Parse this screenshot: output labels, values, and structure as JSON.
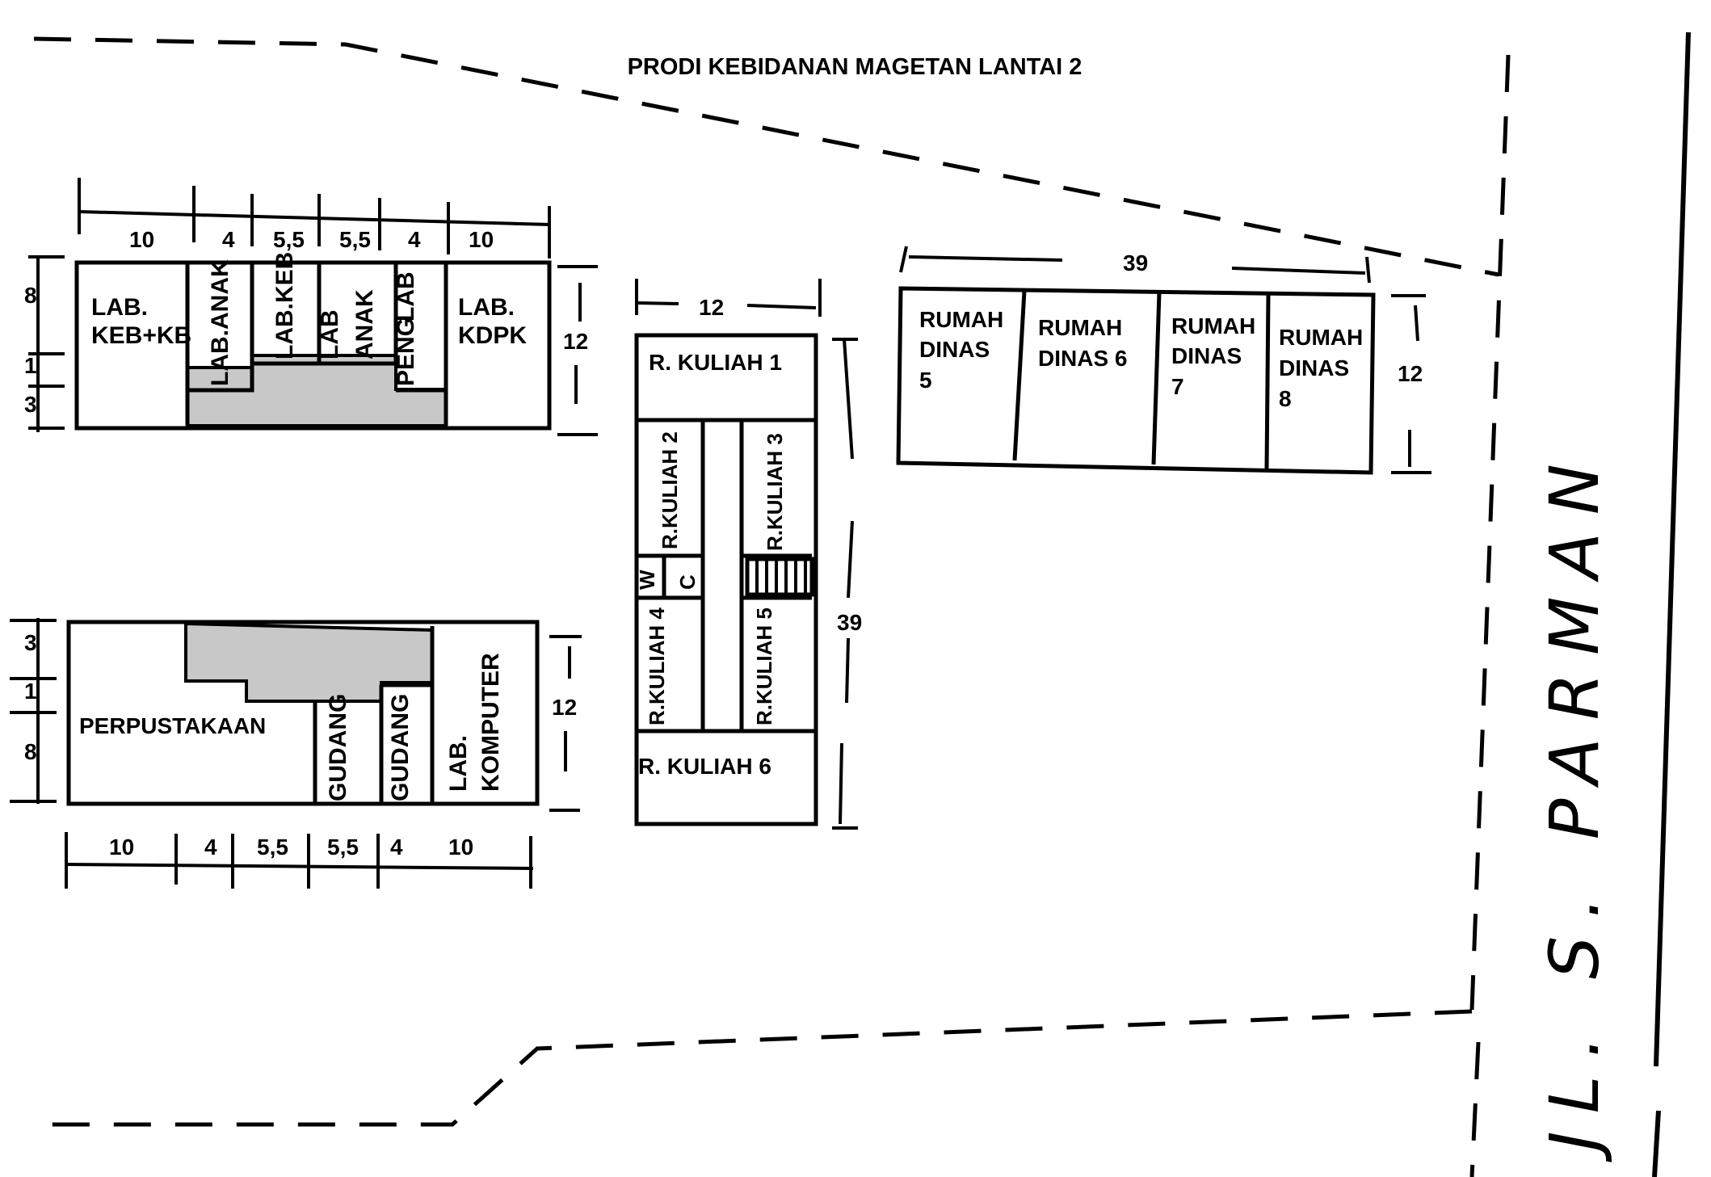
{
  "title": "PRODI KEBIDANAN MAGETAN LANTAI 2",
  "street": "JL. S. PARMAN",
  "top_block": {
    "rooms": {
      "lab_keb_kb": [
        "LAB.",
        "KEB+KB"
      ],
      "lab_anak_1": "LAB.ANAK",
      "lab_keb": "LAB.KEB",
      "lab_anak_2": [
        "LAB",
        "ANAK"
      ],
      "lab_peng": [
        "LAB",
        "PENG"
      ],
      "lab_kdpk": [
        "LAB.",
        "KDPK"
      ]
    },
    "widths": [
      "10",
      "4",
      "5,5",
      "5,5",
      "4",
      "10"
    ],
    "heights": [
      "8",
      "1",
      "3"
    ],
    "depth": "12"
  },
  "bottom_block": {
    "rooms": {
      "perpustakaan": "PERPUSTAKAAN",
      "gudang_1": "GUDANG",
      "gudang_2": "GUDANG",
      "lab_komputer": [
        "LAB.",
        "KOMPUTER"
      ]
    },
    "widths": [
      "10",
      "4",
      "5,5",
      "5,5",
      "4",
      "10"
    ],
    "heights": [
      "3",
      "1",
      "8"
    ],
    "depth": "12"
  },
  "center_block": {
    "rooms": {
      "kuliah_1": "R. KULIAH 1",
      "kuliah_2": "R.KULIAH 2",
      "kuliah_3": "R.KULIAH 3",
      "wc_w": "W",
      "wc_c": "C",
      "kuliah_4": "R.KULIAH 4",
      "kuliah_5": "R.KULIAH 5",
      "kuliah_6": "R. KULIAH 6"
    },
    "width": "12",
    "length": "39"
  },
  "right_block": {
    "rooms": {
      "dinas_5": [
        "RUMAH",
        "DINAS",
        "5"
      ],
      "dinas_6": [
        "RUMAH",
        "DINAS 6"
      ],
      "dinas_7": [
        "RUMAH",
        "DINAS",
        "7"
      ],
      "dinas_8": [
        "RUMAH",
        "DINAS",
        "8"
      ]
    },
    "length": "39",
    "depth": "12"
  }
}
